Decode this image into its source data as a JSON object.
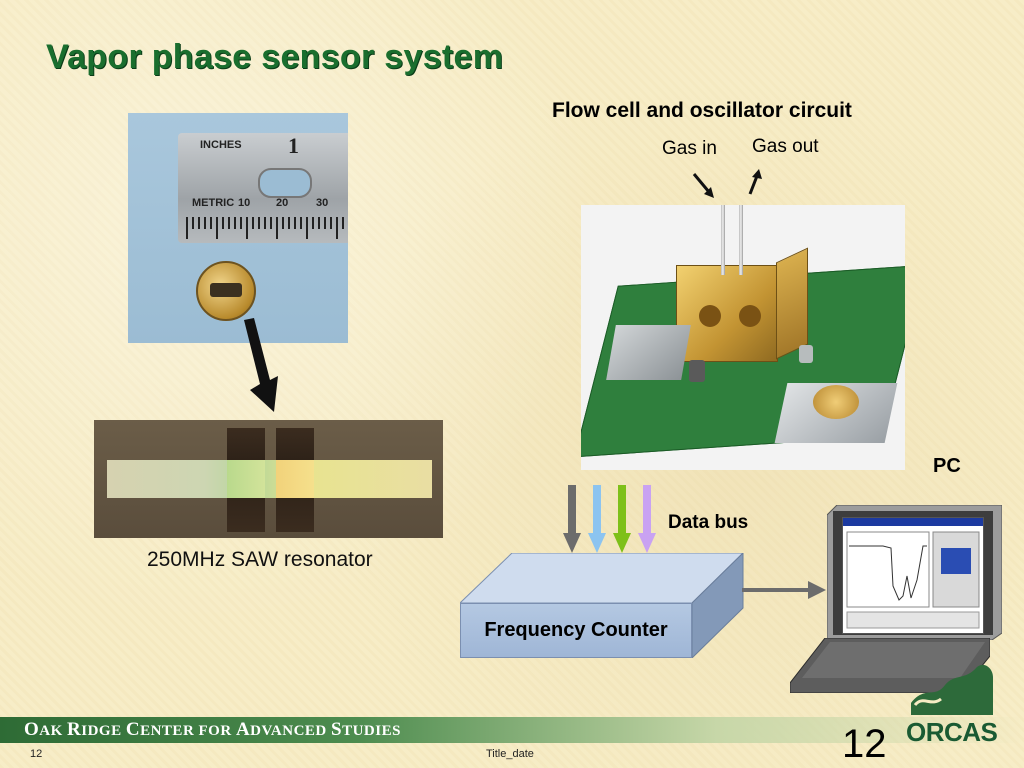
{
  "slide": {
    "title": "Vapor phase sensor system",
    "flow_cell_title": "Flow cell and oscillator circuit",
    "gas_in": "Gas in",
    "gas_out": "Gas out",
    "pc_label": "PC",
    "data_bus_label": "Data bus",
    "frequency_counter_label": "Frequency Counter",
    "saw_label": "250MHz SAW resonator",
    "ruler_text": {
      "inches": "INCHES",
      "metric": "METRIC",
      "one": "1",
      "ten": "10",
      "twenty": "20",
      "thirty": "30"
    },
    "bus_arrow_colors": [
      "#6c6c6c",
      "#8cc4f0",
      "#7ec019",
      "#c9a2f2"
    ]
  },
  "footer": {
    "org_name_parts": [
      "O",
      "AK ",
      "R",
      "IDGE ",
      "C",
      "ENTER FOR ",
      "A",
      "DVANCED ",
      "S",
      "TUDIES"
    ],
    "slide_number_small": "12",
    "title_date": "Title_date",
    "slide_number_big": "12",
    "logo_text": "ORCAS"
  }
}
